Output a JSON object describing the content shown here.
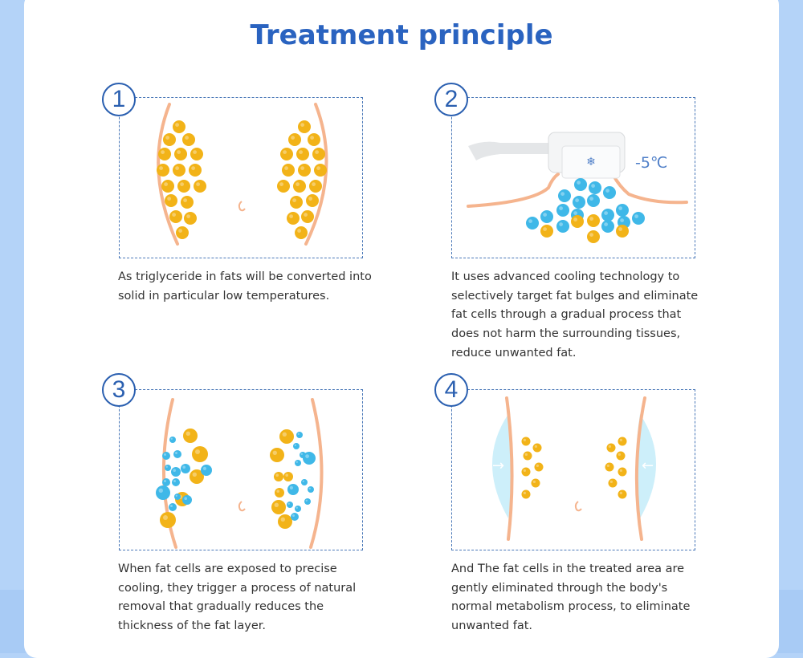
{
  "title": "Treatment principle",
  "steps": [
    {
      "number": "1",
      "text": "As triglyceride in fats will be converted into solid in particular low temperatures."
    },
    {
      "number": "2",
      "text": "It uses advanced cooling technology to selectively target fat bulges and eliminate fat cells through a gradual process that does not harm the surrounding tissues, reduce unwanted fat.",
      "temperature": "-5℃"
    },
    {
      "number": "3",
      "text": "When fat cells are exposed to precise cooling, they trigger a process of natural removal that gradually reduces the thickness of the fat layer."
    },
    {
      "number": "4",
      "text": "And The fat cells in the treated area are gently eliminated through the body's normal metabolism process, to eliminate unwanted fat."
    }
  ],
  "colors": {
    "accent": "#2a63c0",
    "fat": "#f2b318",
    "cold": "#3fb8e8",
    "skin": "#f5b48e"
  }
}
